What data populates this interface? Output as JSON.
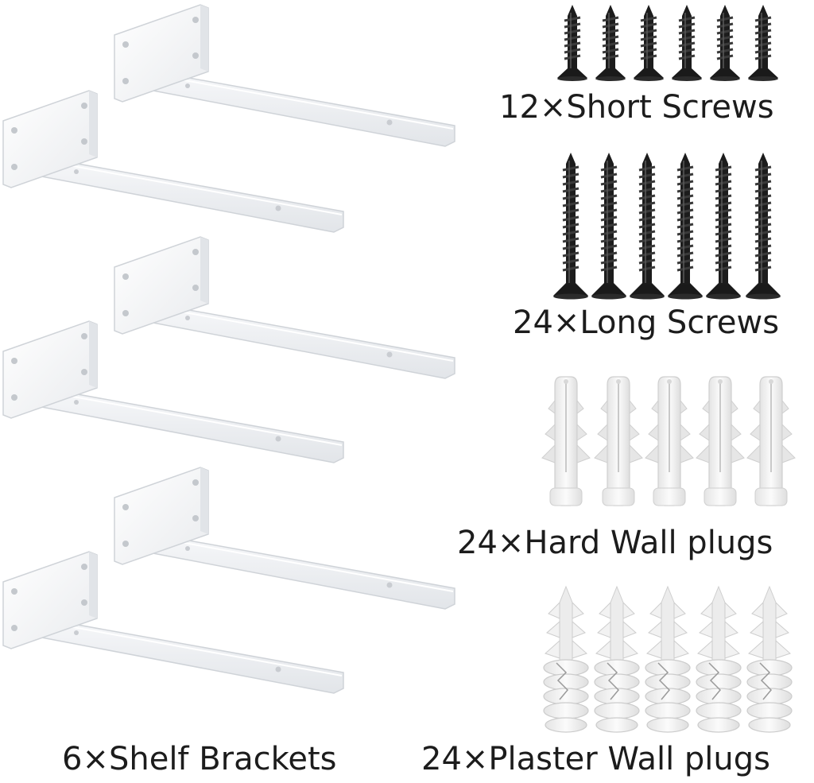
{
  "product_photo": {
    "background_color": "#ffffff",
    "bracket_color": "#f4f5f7",
    "screw_color": "#1a1a1a",
    "plug_color": "#f0f0f0"
  },
  "parts": {
    "short_screws": {
      "label": "12×Short Screws",
      "shown_count": 6
    },
    "long_screws": {
      "label": "24×Long Screws",
      "shown_count": 6
    },
    "hard_wall_plugs": {
      "label": "24×Hard Wall plugs",
      "shown_count": 5
    },
    "plaster_wall_plugs": {
      "label": "24×Plaster Wall plugs",
      "shown_count": 5
    },
    "shelf_brackets": {
      "label": "6×Shelf Brackets",
      "shown_count": 6
    }
  }
}
